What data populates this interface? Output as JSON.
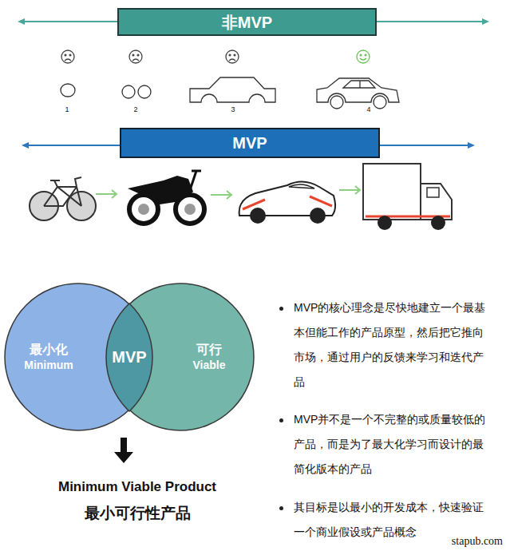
{
  "diagram": {
    "nodes": [
      {
        "text": [
          "非MVP"
        ]
      },
      {
        "text": [
          "MVP"
        ]
      },
      {
        "text": [
          "最小化",
          "Minimum"
        ]
      },
      {
        "text": [
          "可行",
          "Viable"
        ]
      },
      {
        "text": [
          "MVP"
        ]
      }
    ],
    "labels": [
      "1",
      "2",
      "3",
      "4",
      "MVP的核心理念是尽快地建立一个最基本但能工作的产品原型，然后把它推向市场，通过用户的反馈来学习和迭代产品",
      "MVP并不是一个不完整的或质量较低的产品，而是为了最大化学习而设计的最简化版本的产品",
      "其目标是以最小的开发成本，快速验证一个商业假设或产品概念",
      "Minimum Viable Product",
      "最小可行性产品",
      "stapub.com"
    ]
  }
}
